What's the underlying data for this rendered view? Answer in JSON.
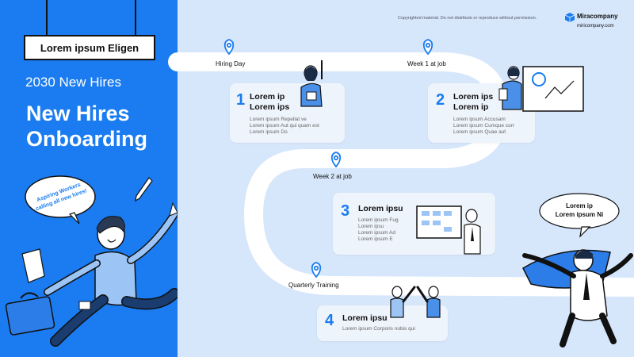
{
  "header": {
    "copyright": "Copyrighted material. Do not distribute or reproduce without permission.",
    "brand_name": "Miracompany",
    "brand_url": "miricompany.com"
  },
  "left_panel": {
    "sign": "Lorem ipsum Eligen",
    "subtitle": "2030 New Hires",
    "title_line1": "New Hires",
    "title_line2": "Onboarding",
    "speech_line1": "Aspiring Workers",
    "speech_line2": "calling all new hires!"
  },
  "milestones": [
    {
      "label": "Hiring Day"
    },
    {
      "label": "Week 1 at job"
    },
    {
      "label": "Week 2 at job"
    },
    {
      "label": "Quarterly Training"
    }
  ],
  "cards": [
    {
      "num": "1",
      "title1": "Lorem ip",
      "title2": "Lorem ips",
      "lines": [
        "Lorem ipsum Repellat ve",
        "Lorem ipsum Aut qui quam est",
        "Lorem ipsum Do"
      ]
    },
    {
      "num": "2",
      "title1": "Lorem ips",
      "title2": "Lorem ip",
      "lines": [
        "Lorem ipsum Accusam",
        "Lorem ipsum Cumque corr",
        "Lorem ipsum Quae aut"
      ]
    },
    {
      "num": "3",
      "title1": "Lorem ipsu",
      "lines": [
        "Lorem ipsum Fug",
        "Lorem ipsu",
        "Lorem ipsum Ad",
        "Lorem ipsum E"
      ]
    },
    {
      "num": "4",
      "title1": "Lorem ipsu",
      "lines": [
        "Lorem ipsum Corporis nobis qui"
      ]
    }
  ],
  "hero_bubble": {
    "line1": "Lorem ip",
    "line2": "Lorem ipsum Ni"
  },
  "colors": {
    "accent": "#1a7cf0",
    "background": "#d6e6fb",
    "road": "#ffffff"
  }
}
